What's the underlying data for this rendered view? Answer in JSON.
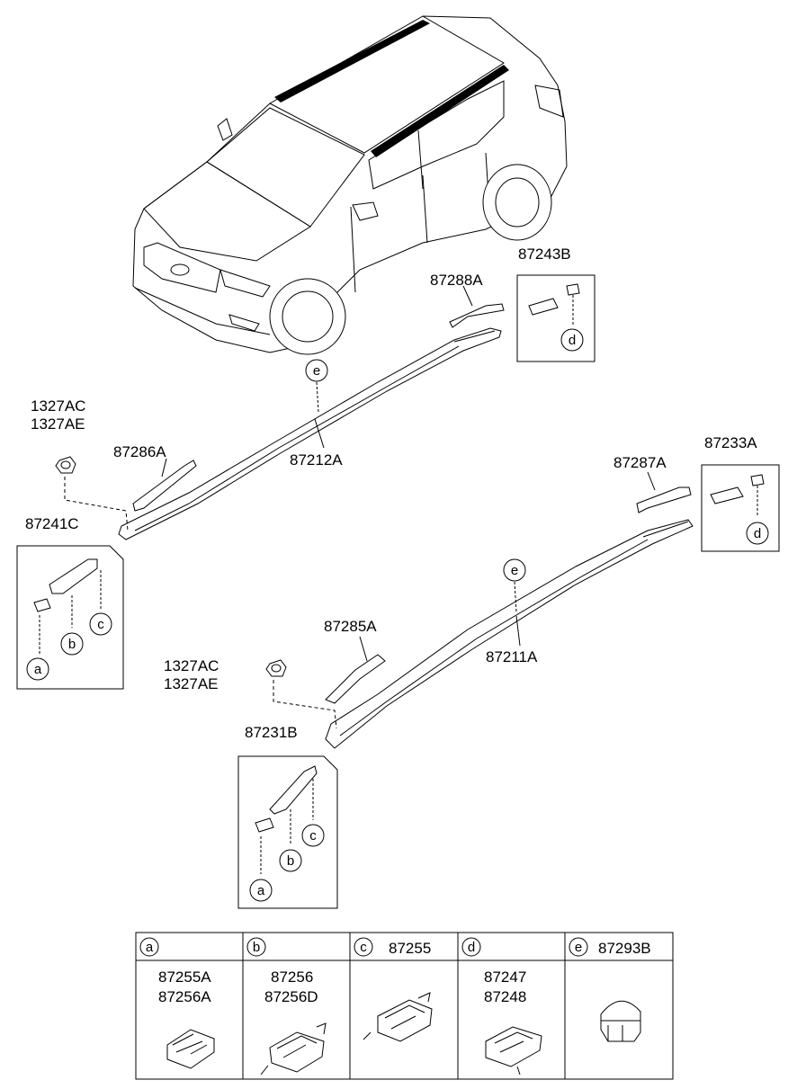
{
  "labels": {
    "p87243B": "87243B",
    "p87288A": "87288A",
    "p1327AC_top": "1327AC",
    "p1327AE_top": "1327AE",
    "p87286A": "87286A",
    "p87212A": "87212A",
    "p87241C": "87241C",
    "p87233A": "87233A",
    "p87287A": "87287A",
    "p87285A": "87285A",
    "p87211A": "87211A",
    "p1327AC_bot": "1327AC",
    "p1327AE_bot": "1327AE",
    "p87231B": "87231B"
  },
  "callouts": {
    "a": "a",
    "b": "b",
    "c": "c",
    "d": "d",
    "e": "e"
  },
  "table": {
    "cols": [
      {
        "key": "a",
        "header_part": "",
        "parts": [
          "87255A",
          "87256A"
        ]
      },
      {
        "key": "b",
        "header_part": "",
        "parts": [
          "87256",
          "87256D"
        ]
      },
      {
        "key": "c",
        "header_part": "87255",
        "parts": []
      },
      {
        "key": "d",
        "header_part": "",
        "parts": [
          "87247",
          "87248"
        ]
      },
      {
        "key": "e",
        "header_part": "87293B",
        "parts": []
      }
    ]
  }
}
